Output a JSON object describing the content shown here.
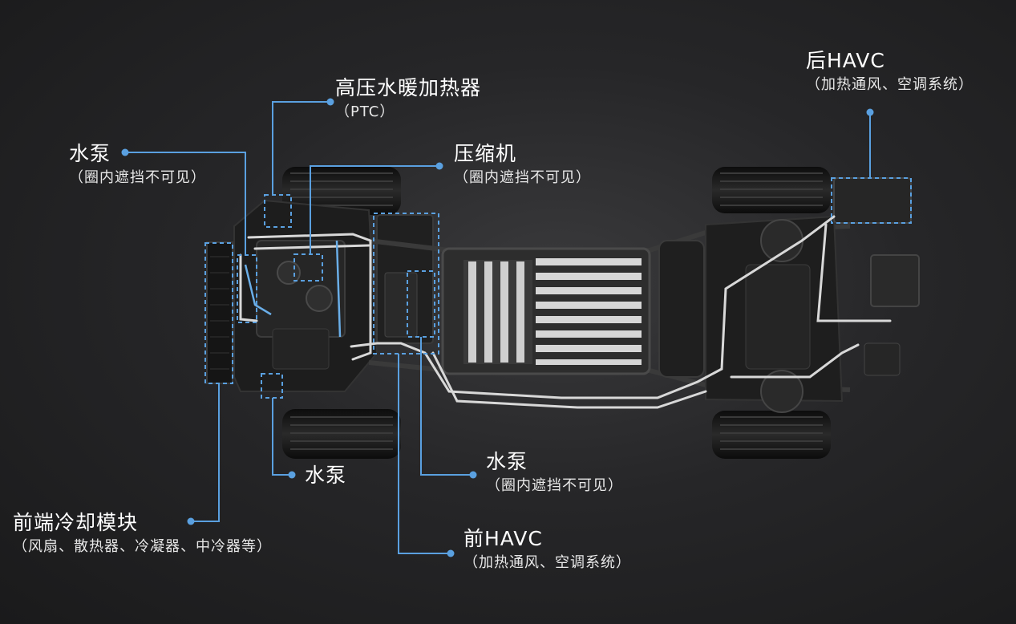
{
  "callouts": {
    "ptc_heater": {
      "title": "高压水暖加热器",
      "sub": "（PTC）"
    },
    "pump_top": {
      "title": "水泵",
      "sub": "（圈内遮挡不可见）"
    },
    "compressor": {
      "title": "压缩机",
      "sub": "（圈内遮挡不可见）"
    },
    "rear_hvac": {
      "title": "后HAVC",
      "sub": "（加热通风、空调系统）"
    },
    "pump_bottom": {
      "title": "水泵"
    },
    "pump_mid": {
      "title": "水泵",
      "sub": "（圈内遮挡不可见）"
    },
    "front_cooling": {
      "title": "前端冷却模块",
      "sub": "（风扇、散热器、冷凝器、中冷器等）"
    },
    "front_hvac": {
      "title": "前HAVC",
      "sub": "（加热通风、空调系统）"
    }
  },
  "colors": {
    "accent": "#5aa0e0",
    "background": "#262628",
    "text": "#ffffff"
  }
}
